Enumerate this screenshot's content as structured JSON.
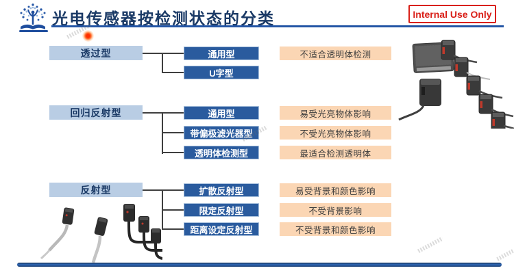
{
  "slide": {
    "title": "光电传感器按检测状态的分类",
    "badge": "Internal Use Only"
  },
  "diagram": {
    "groups": [
      {
        "category": "透过型",
        "subtypes": [
          {
            "label": "通用型",
            "note": "不适合透明体检测"
          },
          {
            "label": "U字型"
          }
        ]
      },
      {
        "category": "回归反射型",
        "subtypes": [
          {
            "label": "通用型",
            "note": "易受光亮物体影响"
          },
          {
            "label": "带偏极滤光器型",
            "note": "不受光亮物体影响"
          },
          {
            "label": "透明体检测型",
            "note": "最适合检测透明体"
          }
        ]
      },
      {
        "category": "反射型",
        "subtypes": [
          {
            "label": "扩散反射型",
            "note": "易受背景和颜色影响"
          },
          {
            "label": "限定反射型",
            "note": "不受背景影响"
          },
          {
            "label": "距离设定反射型",
            "note": "不受背景和颜色影响"
          }
        ]
      }
    ]
  },
  "colors": {
    "title_color": "#1b3a66",
    "underline_blue": "#2355a5",
    "accent_red": "#d92018",
    "category_bg": "#b9cde4",
    "subtype_bg": "#2a5b9e",
    "note_bg": "#fbd6b4",
    "bar_blue": "#2f67b5"
  }
}
